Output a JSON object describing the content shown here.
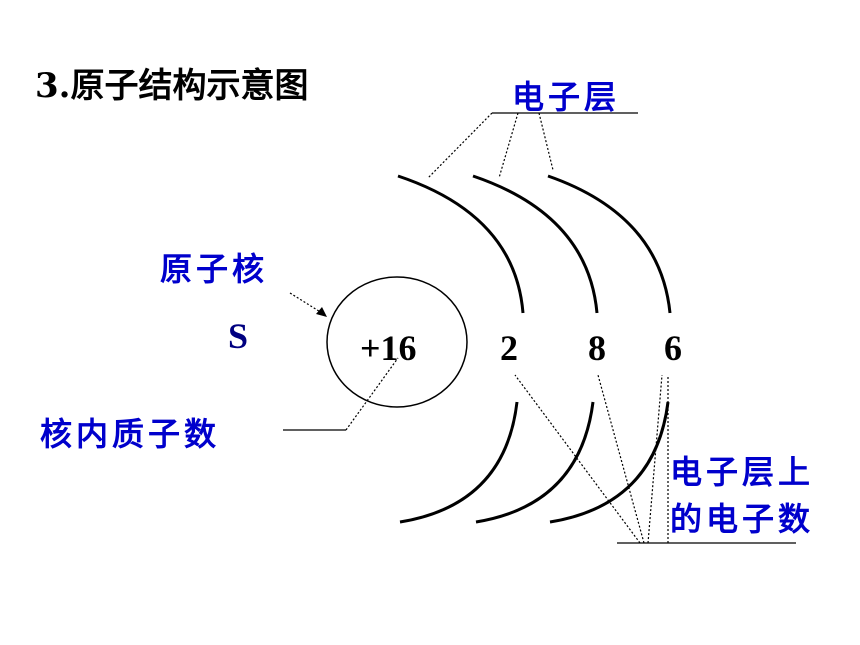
{
  "title": "3.原子结构示意图",
  "element_symbol": "S",
  "nucleus_charge": "+16",
  "shell_electrons": [
    "2",
    "8",
    "6"
  ],
  "labels": {
    "electron_shell": "电子层",
    "nucleus": "原子核",
    "proton_count": "核内质子数",
    "shell_electron_count_line1": "电子层上",
    "shell_electron_count_line2": "的电子数"
  },
  "colors": {
    "label": "#0000cc",
    "text": "#000000",
    "symbol": "#000080"
  }
}
